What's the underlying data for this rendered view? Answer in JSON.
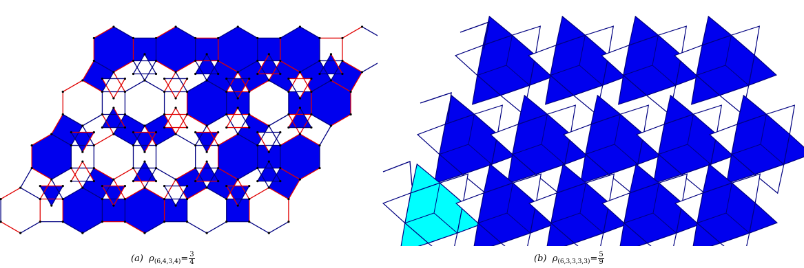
{
  "panels": [
    {
      "caption": {
        "label": "(a)",
        "rho": "ρ",
        "sub": "(6,4,3,4)",
        "eq": "=",
        "num": "3",
        "den": "4"
      },
      "tiling": "3.4.6.4"
    },
    {
      "caption": {
        "label": "(b)",
        "rho": "ρ",
        "sub": "(6,3,3,3,3)",
        "eq": "=",
        "num": "5",
        "den": "9"
      },
      "tiling": "3.3.3.3.6"
    }
  ],
  "colors": {
    "fill_blue": "#0000ee",
    "fill_cyan": "#00ffff",
    "fill_white": "#ffffff",
    "edge_red": "#e00000",
    "edge_navy": "#000080",
    "vertex": "#000000"
  }
}
